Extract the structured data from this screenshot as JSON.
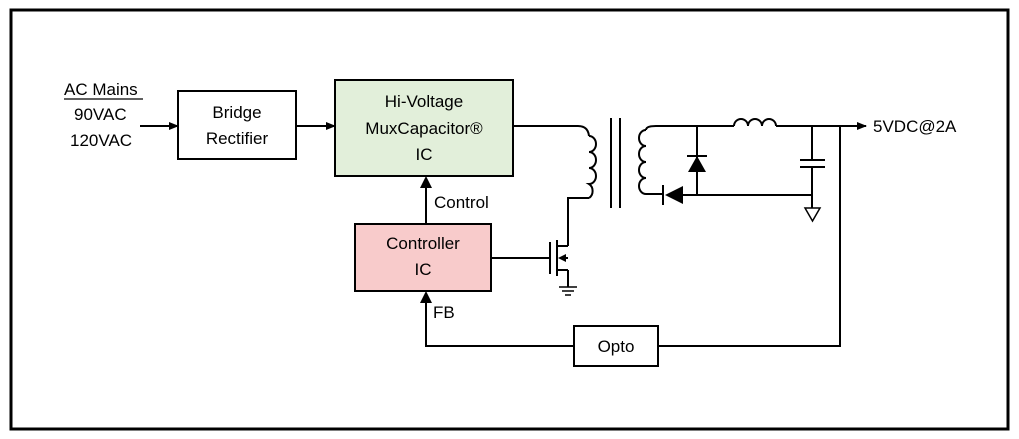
{
  "input": {
    "title": "AC Mains",
    "line1": "90VAC",
    "line2": "120VAC"
  },
  "blocks": {
    "bridge": {
      "line1": "Bridge",
      "line2": "Rectifier",
      "fill": "#ffffff"
    },
    "muxcap": {
      "line1": "Hi-Voltage",
      "line2": "MuxCapacitor®",
      "line3": "IC",
      "fill": "#e2efda"
    },
    "controller": {
      "line1": "Controller",
      "line2": "IC",
      "fill": "#f8cbcb"
    },
    "opto": {
      "label": "Opto",
      "fill": "#ffffff"
    }
  },
  "signals": {
    "control": "Control",
    "fb": "FB"
  },
  "output": {
    "label": "5VDC@2A"
  }
}
